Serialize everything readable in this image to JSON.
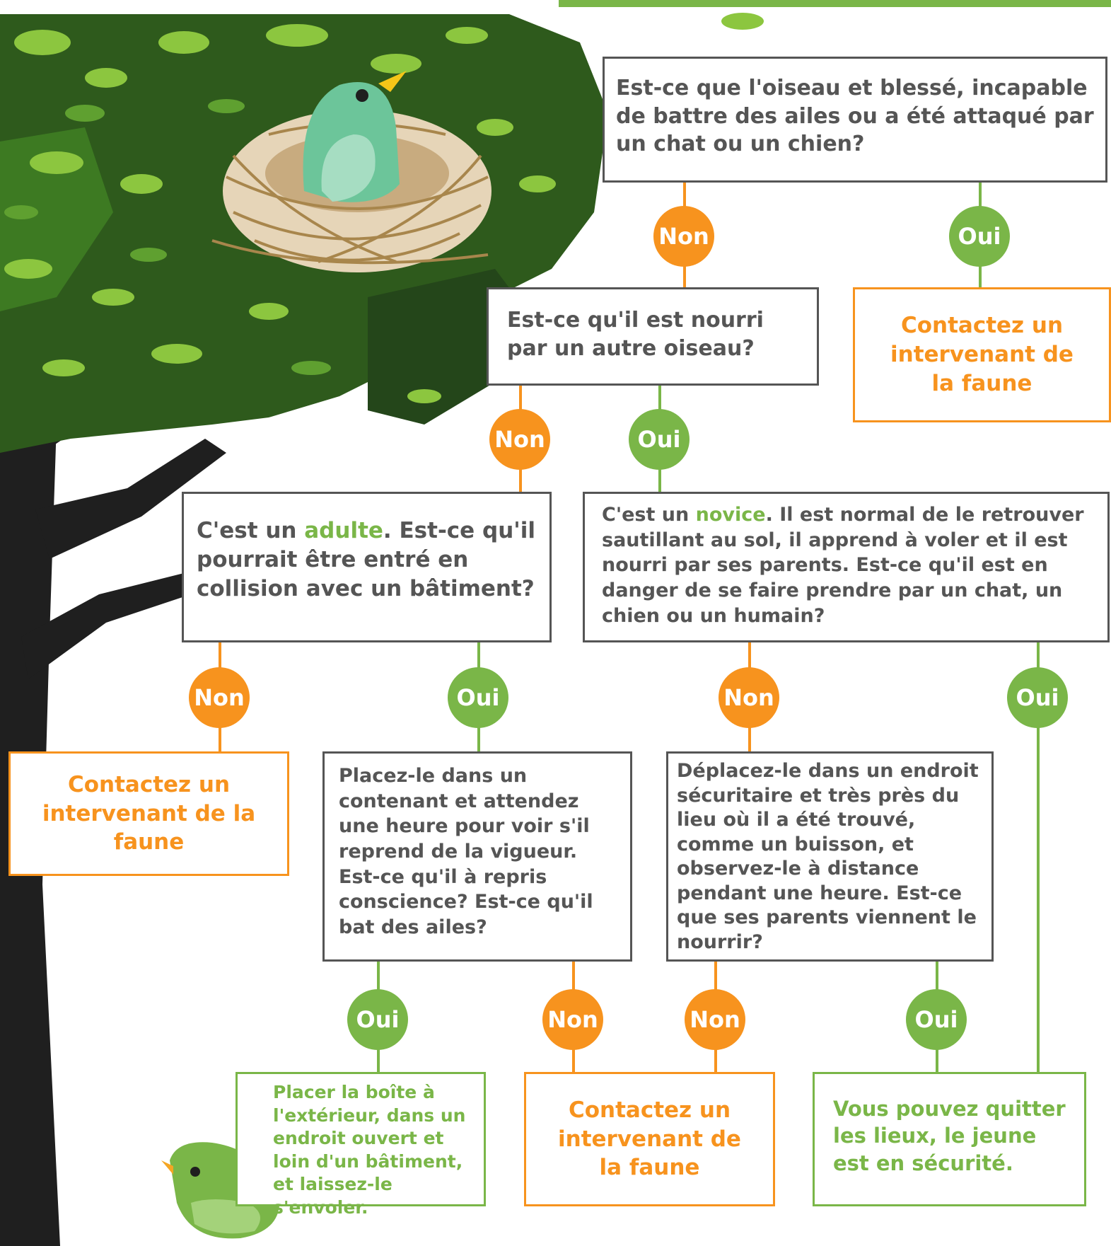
{
  "palette": {
    "orange": "#f7931e",
    "green": "#7ab648",
    "grey": "#555555",
    "leaf_dark": "#2e5a1c",
    "leaf_light": "#8cc63f"
  },
  "icons": {
    "top_bird": "bird-in-nest-icon",
    "bottom_bird": "green-bird-icon"
  },
  "labels": {
    "yes": "Oui",
    "no": "Non"
  },
  "q1": {
    "text": "Est-ce que l'oiseau et blessé, incapable de battre des ailes ou a été attaqué par un chat ou un chien?"
  },
  "q2": {
    "text": "Est-ce qu'il est nourri par un autre oiseau?"
  },
  "q3": {
    "prefix": "C'est un ",
    "highlight": "adulte",
    "suffix": ". Est-ce qu'il pourrait être entré en collision avec un bâtiment?"
  },
  "q4": {
    "prefix": "C'est un ",
    "highlight": "novice",
    "suffix": ". Il est normal de le retrouver sautillant au sol, il apprend à voler et il est nourri par ses parents. Est-ce qu'il est en danger de se faire prendre par un chat, un chien ou un humain?"
  },
  "q5": {
    "text": "Placez-le dans un contenant et attendez une heure pour voir s'il reprend de la vigueur. Est-ce qu'il à repris conscience? Est-ce qu'il bat des ailes?"
  },
  "q6": {
    "text": "Déplacez-le dans un endroit sécuritaire et très près du lieu où il a été trouvé, comme un buisson, et observez-le à distance pendant une heure. Est-ce que ses parents viennent le nourrir?"
  },
  "a1": {
    "text": "Contactez un intervenant de la faune"
  },
  "a2": {
    "text": "Contactez un intervenant de la faune"
  },
  "a3": {
    "text": "Contactez un intervenant de la faune"
  },
  "a4": {
    "text": "Placer la boîte à l'extérieur, dans un endroit ouvert et loin d'un bâtiment, et laissez-le s'envoler."
  },
  "a5": {
    "text": "Vous pouvez quitter les lieux, le jeune est en sécurité."
  }
}
